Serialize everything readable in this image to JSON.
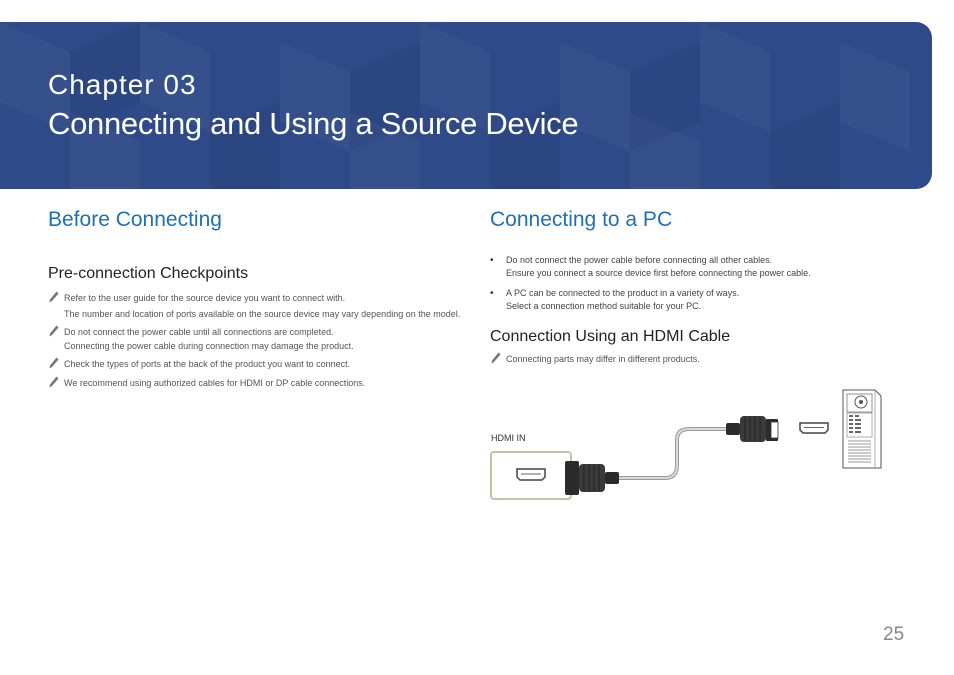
{
  "header": {
    "chapter": "Chapter  03",
    "title": "Connecting and Using a Source Device"
  },
  "left": {
    "section_title": "Before Connecting",
    "subsection_title": "Pre-connection Checkpoints",
    "notes": [
      {
        "line1": "Refer to the user guide for the source device you want to connect with.",
        "line2": "The number and location of ports available on the source device may vary depending on the model."
      },
      {
        "line1": "Do not connect the power cable until all connections are completed.",
        "line2": "Connecting the power cable during connection may damage the product."
      },
      {
        "line1": "Check the types of ports at the back of the product you want to connect.",
        "line2": ""
      },
      {
        "line1": "We recommend using authorized cables for HDMI or DP cable connections.",
        "line2": ""
      }
    ]
  },
  "right": {
    "section_title": "Connecting to a PC",
    "bullets": [
      {
        "line1": "Do not connect the power cable before connecting all other cables.",
        "line2": "Ensure you connect a source device first before connecting the power cable."
      },
      {
        "line1": "A PC can be connected to the product in a variety of ways.",
        "line2": "Select a connection method suitable for your PC."
      }
    ],
    "subsection_title": "Connection Using an HDMI Cable",
    "note": "Connecting parts may differ in different products.",
    "diagram": {
      "port_label": "HDMI IN"
    }
  },
  "page_number": "25",
  "colors": {
    "banner": "#2f4a88",
    "heading_blue": "#1f6fb5",
    "port_frame": "#c8c2a0"
  }
}
